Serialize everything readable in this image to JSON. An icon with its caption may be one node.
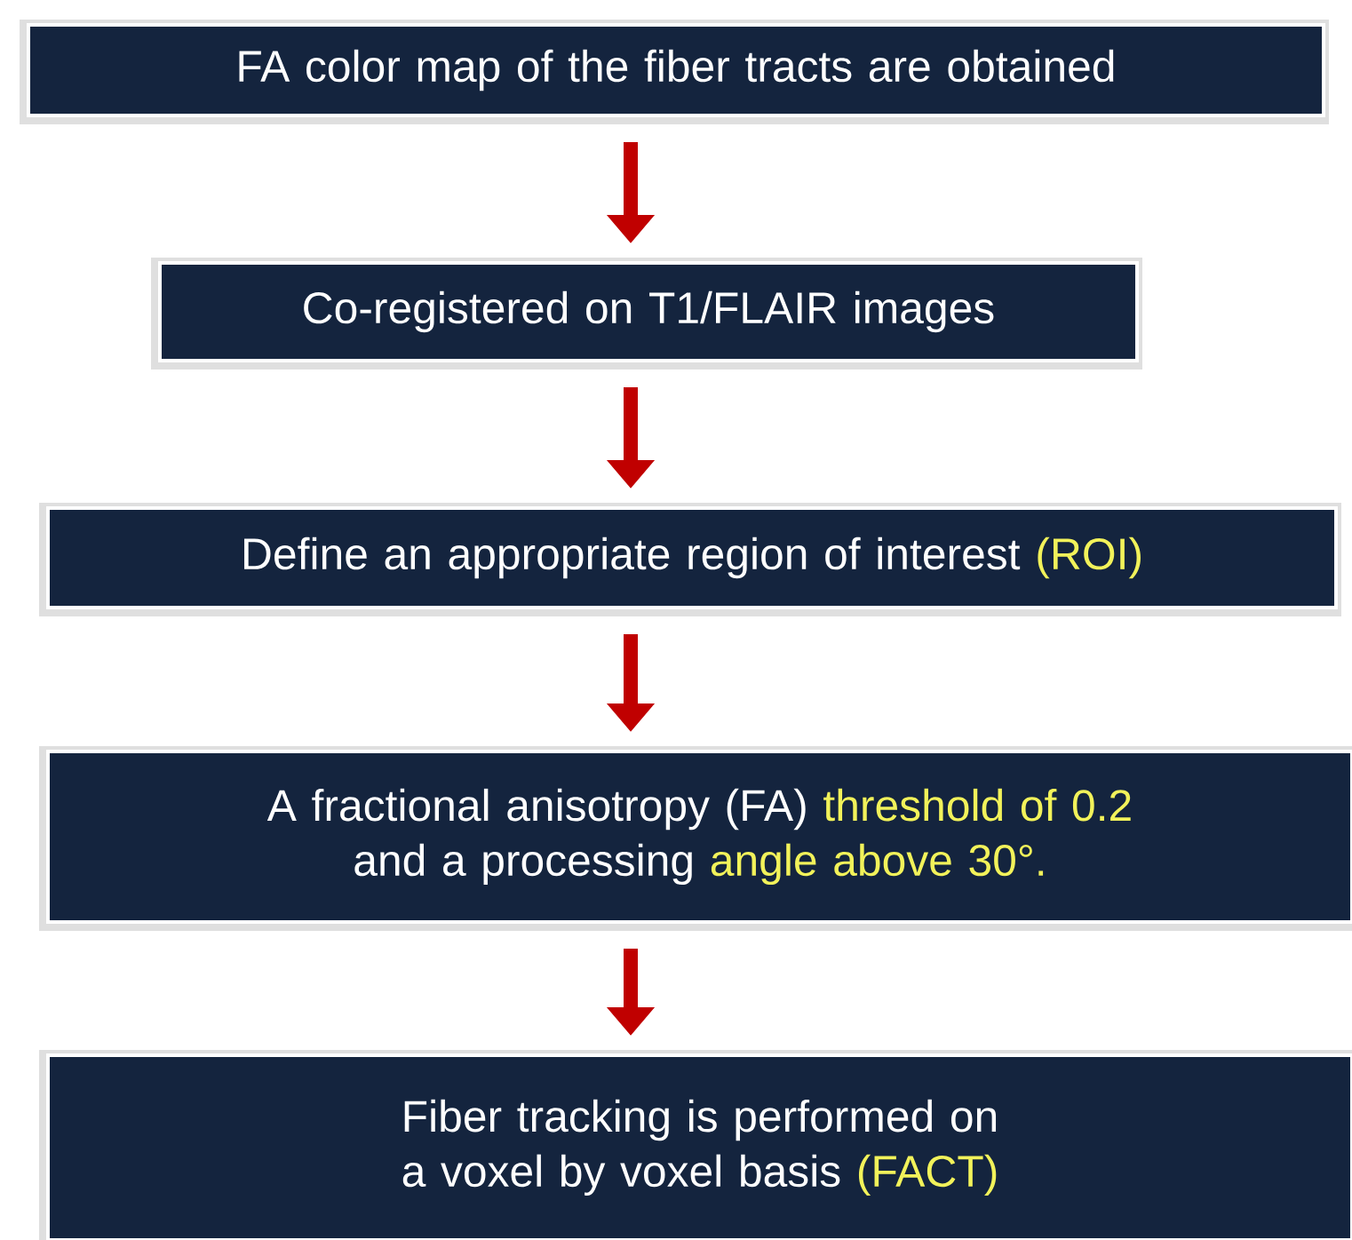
{
  "diagram": {
    "nodes": [
      {
        "text": [
          "FA color map of the fiber tracts are  obtained"
        ]
      },
      {
        "text": [
          "Co-registered on T1/FLAIR images"
        ]
      },
      {
        "text": [
          "Define an appropriate region of interest",
          "(ROI)"
        ]
      },
      {
        "text": [
          "A fractional anisotropy (FA)",
          "threshold of 0.2",
          "and a processing",
          "angle above 30°."
        ]
      },
      {
        "text": [
          "Fiber tracking is performed on a voxel by voxel basis",
          "(FACT)"
        ]
      }
    ],
    "edges": [
      {
        "from": 0,
        "to": 1,
        "arrow": "to"
      },
      {
        "from": 1,
        "to": 2,
        "arrow": "to"
      },
      {
        "from": 2,
        "to": 3,
        "arrow": "to"
      },
      {
        "from": 3,
        "to": 4,
        "arrow": "to"
      }
    ]
  }
}
